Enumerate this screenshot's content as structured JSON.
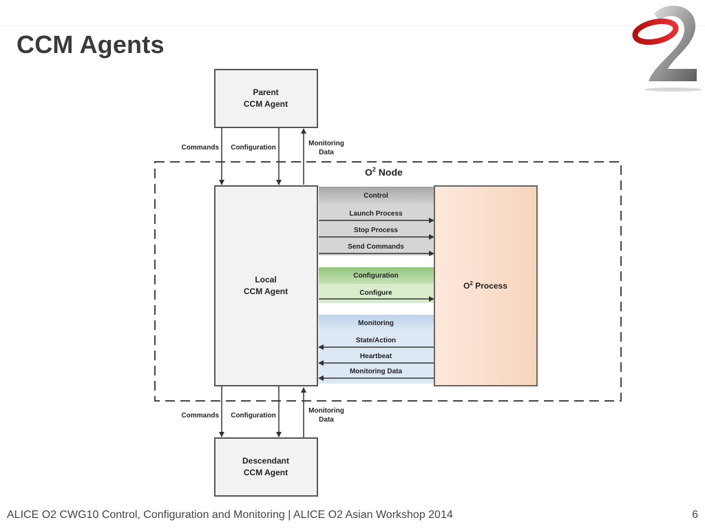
{
  "slide": {
    "title": "CCM Agents",
    "footer": "ALICE O2 CWG10 Control, Configuration and Monitoring | ALICE O2 Asian Workshop 2014",
    "page_number": "6"
  },
  "diagram": {
    "parent_agent": {
      "line1": "Parent",
      "line2": "CCM Agent"
    },
    "local_agent": {
      "line1": "Local",
      "line2": "CCM Agent"
    },
    "descendant_agent": {
      "line1": "Descendant",
      "line2": "CCM Agent"
    },
    "node": {
      "label": "O",
      "sup": "2",
      "suffix": " Node"
    },
    "process": {
      "label": "O",
      "sup": "2",
      "suffix": " Process"
    },
    "top_links": {
      "commands": "Commands",
      "configuration": "Configuration",
      "monitoring_1": "Monitoring",
      "monitoring_2": "Data"
    },
    "bottom_links": {
      "commands": "Commands",
      "configuration": "Configuration",
      "monitoring_1": "Monitoring",
      "monitoring_2": "Data"
    },
    "control": {
      "header": "Control",
      "items": [
        "Launch Process",
        "Stop Process",
        "Send Commands"
      ]
    },
    "configuration": {
      "header": "Configuration",
      "items": [
        "Configure"
      ]
    },
    "monitoring": {
      "header": "Monitoring",
      "items": [
        "State/Action",
        "Heartbeat",
        "Monitoring Data"
      ]
    },
    "colors": {
      "control": "#b3b3b3",
      "configuration": "#a9d18e",
      "monitoring": "#c6d9ec",
      "process_fill": "#fbe5d6",
      "box_fill": "#f2f2f2"
    }
  }
}
